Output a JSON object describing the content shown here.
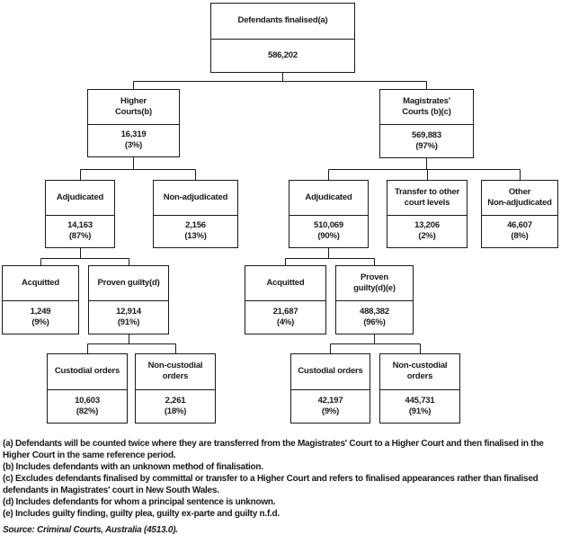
{
  "colors": {
    "ink": "#1a1a1a",
    "background": "#ffffff"
  },
  "diagram": {
    "nodes": {
      "root": {
        "label": "Defendants finalised(a)",
        "value": "586,202"
      },
      "higher_courts": {
        "label": "Higher\nCourts(b)",
        "value": "16,319",
        "pct": "(3%)"
      },
      "magistrates_courts": {
        "label": "Magistrates'\nCourts (b)(c)",
        "value": "569,883",
        "pct": "(97%)"
      },
      "higher_adjudicated": {
        "label": "Adjudicated",
        "value": "14,163",
        "pct": "(87%)"
      },
      "higher_non_adjudicated": {
        "label": "Non-adjudicated",
        "value": "2,156",
        "pct": "(13%)"
      },
      "mag_adjudicated": {
        "label": "Adjudicated",
        "value": "510,069",
        "pct": "(90%)"
      },
      "mag_transfer": {
        "label": "Transfer to other\ncourt levels",
        "value": "13,206",
        "pct": "(2%)"
      },
      "mag_other_non_adjudicated": {
        "label": "Other\nNon-adjudicated",
        "value": "46,607",
        "pct": "(8%)"
      },
      "higher_acquitted": {
        "label": "Acquitted",
        "value": "1,249",
        "pct": "(9%)"
      },
      "higher_proven_guilty": {
        "label": "Proven guilty(d)",
        "value": "12,914",
        "pct": "(91%)"
      },
      "mag_acquitted": {
        "label": "Acquitted",
        "value": "21,687",
        "pct": "(4%)"
      },
      "mag_proven_guilty": {
        "label": "Proven\nguilty(d)(e)",
        "value": "488,382",
        "pct": "(96%)"
      },
      "higher_custodial": {
        "label": "Custodial orders",
        "value": "10,603",
        "pct": "(82%)"
      },
      "higher_non_custodial": {
        "label": "Non-custodial\norders",
        "value": "2,261",
        "pct": "(18%)"
      },
      "mag_custodial": {
        "label": "Custodial orders",
        "value": "42,197",
        "pct": "(9%)"
      },
      "mag_non_custodial": {
        "label": "Non-custodial\norders",
        "value": "445,731",
        "pct": "(91%)"
      }
    },
    "footnotes": [
      "(a) Defendants will be counted twice where they are transferred from the Magistrates' Court to a Higher Court and then finalised in the Higher Court in the same reference period.",
      "(b) Includes defendants with an unknown method of finalisation.",
      "(c) Excludes defendants finalised by committal or transfer to a Higher Court and refers to finalised appearances rather than finalised defendants in Magistrates' court in New South Wales.",
      "(d) Includes defendants for whom a principal sentence is unknown.",
      "(e) Includes guilty finding, guilty plea, guilty ex-parte and guilty n.f.d."
    ],
    "source": "Source: Criminal Courts, Australia (4513.0)."
  }
}
